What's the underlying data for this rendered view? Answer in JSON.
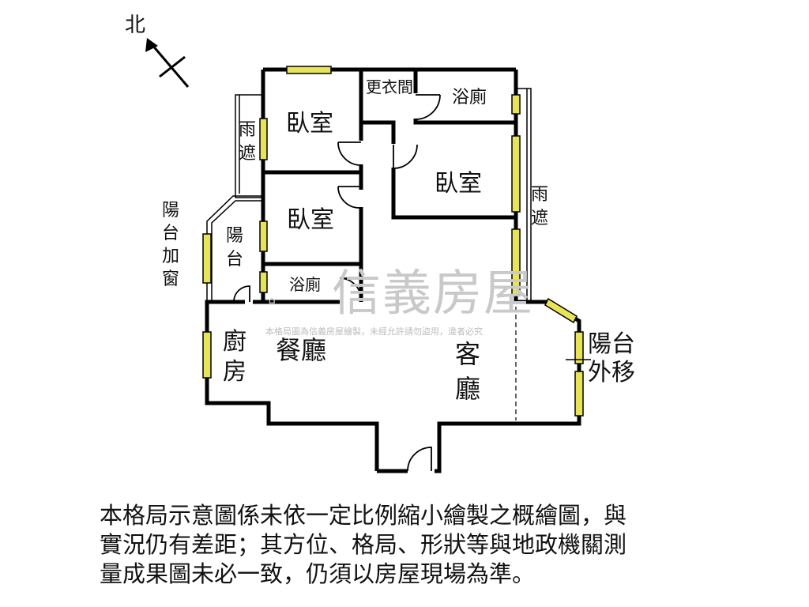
{
  "compass": {
    "label": "北"
  },
  "rooms": {
    "bedroom_nw": "臥室",
    "closet": "更衣間",
    "bath_ne": "浴廁",
    "bedroom_e": "臥室",
    "bedroom_w": "臥室",
    "bath_w": "浴廁",
    "canopy_w": "雨遮",
    "canopy_e": "雨遮",
    "balcony": "陽台",
    "balcony_window": "陽台加窗",
    "kitchen": "廚房",
    "dining": "餐廳",
    "living": "客廳",
    "balcony_ext": "陽台外移"
  },
  "watermark": {
    "brand": "信義房屋",
    "notice": "本格局圖為信義房屋繪製，未經允許請勿盜用，違者必究"
  },
  "disclaimer": [
    "本格局示意圖係未依一定比例縮小繪製之概繪圖，與",
    "實況仍有差距；其方位、格局、形狀等與地政機關測",
    "量成果圖未必一致，仍須以房屋現場為準。"
  ],
  "colors": {
    "wall": "#000000",
    "window": "#e8e45a",
    "text": "#111111",
    "watermark": "#c4c4c4"
  }
}
